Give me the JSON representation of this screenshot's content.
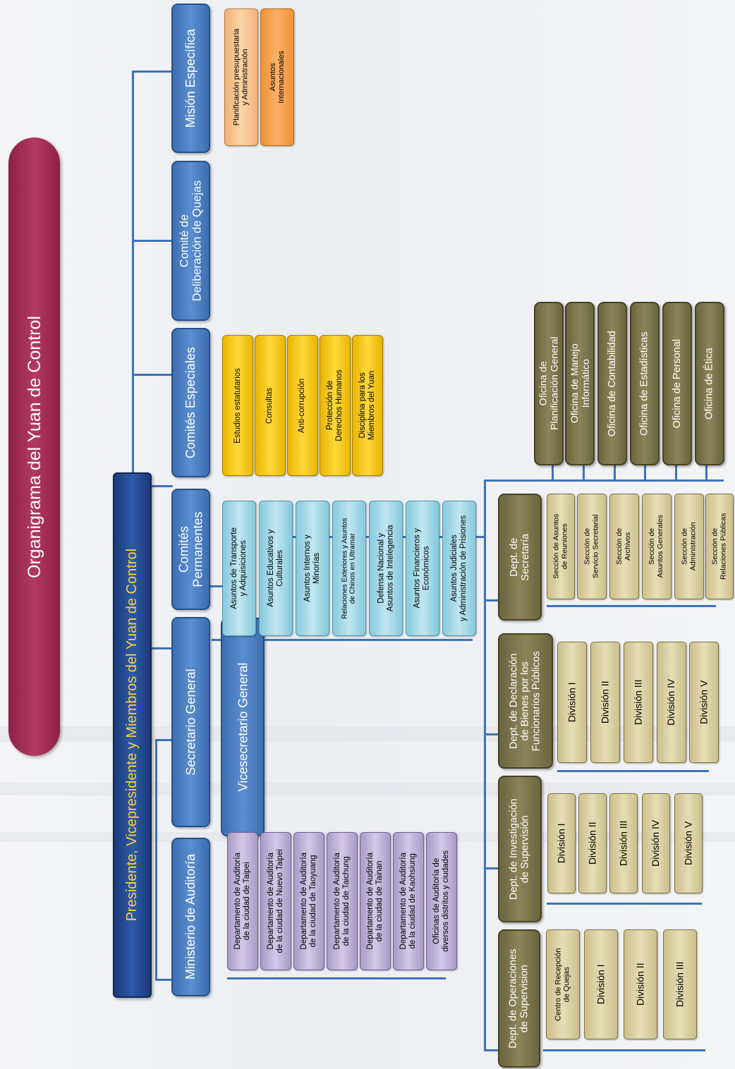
{
  "title": "Organigrama del Yuan de Control",
  "president": "Presidente, Vicepresidente y Miembros del Yuan de Control",
  "upper_branches": {
    "ministerio": "Ministerio de Auditoría",
    "secretario": "Secretario General",
    "vicesecretario": "Vicesecretario General",
    "permanentes": "Comités\nPermanentes",
    "especiales": "Comités Especiales",
    "deliberacion": "Comité de\nDeliberación de Quejas",
    "mision": "Misión Específica"
  },
  "ministerio_items": [
    "Departamento de Auditoría\nde la ciudad de Taipei",
    "Departamento de Auditoría\nde la ciudad de Nuevo Taipei",
    "Departamento de Auditoría\nde la ciudad de Taoyuang",
    "Departamento de Auditoría\nde la ciudad de Taichung",
    "Departamento de Auditoría\nde la ciudad de Tainan",
    "Departamento de Auditoría\nde la ciudad de Kaohsiung",
    "Oficinas de Auditoría de\ndiversos distritos y ciudades"
  ],
  "permanentes_items": [
    "Asuntos de Transporte\ny Adquisiciones",
    "Asuntos Educativos y\nCulturales",
    "Asuntos Internos y\nMinorías",
    "Relaciones Exteriores y Asuntos\nde Chinos en Ultramar",
    "Defensa Nacional y\nAsuntos de Intelegencia",
    "Asuntos Financieros y\nEconómicos",
    "Asuntos Judiciales\ny Administración de Prisiones"
  ],
  "especiales_items": [
    "Estudios estatutarios",
    "Consultas",
    "Anti-corrupción",
    "Protección de\nDerechos Humanos",
    "Disciplina para los\nMiembros del Yuan"
  ],
  "mision_items": [
    "Planificación presupuestaria\ny Administración",
    "Asuntos\nInternacionales"
  ],
  "departments": {
    "operaciones": {
      "title": "Dept. de Operaciones\nde Supervision",
      "items": [
        "Centro de Recepción\nde Quejas",
        "División I",
        "División II",
        "División III"
      ]
    },
    "investigacion": {
      "title": "Dept. de Investigación\nde Supervisión",
      "items": [
        "División I",
        "División II",
        "División III",
        "División IV",
        "División V"
      ]
    },
    "declaracion": {
      "title": "Dept. de Declaración\nde Bienes por los\nFuncionarios Públicos",
      "items": [
        "División I",
        "División II",
        "División III",
        "División IV",
        "División V"
      ]
    },
    "secretaria": {
      "title": "Dept. de\nSecretaría",
      "items": [
        "Sección de Asuntos\nde Reuniones",
        "Sección de\nServicio Secretarial",
        "Sección de\nArchivos",
        "Sección de\nAsuntos Generales",
        "Sección de\nAdministración",
        "Sección de\nRelaciones Públicas"
      ]
    }
  },
  "oficinas": [
    "Oficina de\nPlanificación General",
    "Oficina de Manejo\nInformático",
    "Oficina de Contabilidad",
    "Oficina de Estadísticas",
    "Oficina de Personal",
    "Oficina de Ética"
  ],
  "colors": {
    "title": "#a32c55",
    "president": "#1f4386",
    "president_text": "#ffd23a",
    "committee": "#4f82c4",
    "permanent_items": "#a8dcea",
    "special_items": "#f6c515",
    "audit_items": "#c3b7dc",
    "mission_items": [
      "#f8c690",
      "#f6a04e"
    ],
    "departments": "#7c7550",
    "divisions": "#dbd0a0",
    "connector": "#3d73b8"
  }
}
